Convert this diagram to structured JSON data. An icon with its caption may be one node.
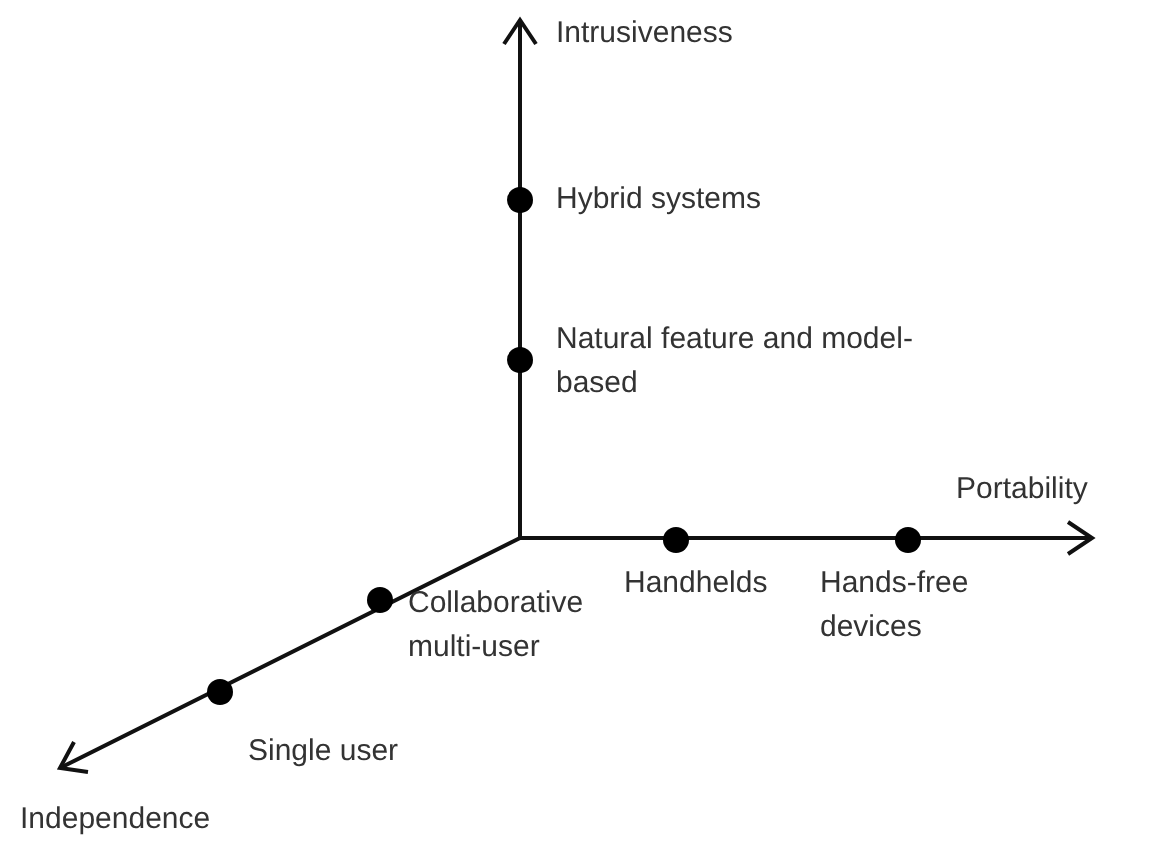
{
  "diagram": {
    "labels": [
      "Intrusiveness",
      "Hybrid systems",
      "Natural feature and model- based",
      "Portability",
      "Handhelds",
      "Hands-free devices",
      "Collaborative multi-user",
      "Single user",
      "Independence"
    ]
  }
}
